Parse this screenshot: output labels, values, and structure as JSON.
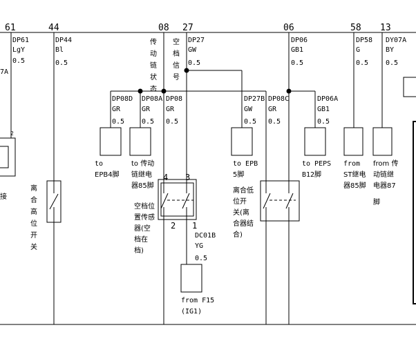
{
  "wire_numbers": [
    "61",
    "44",
    "08",
    "27",
    "06",
    "58",
    "13"
  ],
  "top_wires": {
    "w61": {
      "code": "DP61",
      "color": "LgY",
      "size": "0.5"
    },
    "w44": {
      "code": "DP44",
      "color": "Bl",
      "size": "0.5"
    },
    "w27": {
      "code": "DP27",
      "color": "GW",
      "size": "0.5"
    },
    "w06": {
      "code": "DP06",
      "color": "GB1",
      "size": "0.5"
    },
    "w58": {
      "code": "DP58",
      "color": "G",
      "size": "0.5"
    },
    "w13": {
      "code": "DY07A",
      "color": "BY",
      "size": "0.5"
    }
  },
  "left_edge": {
    "fragment": "7A",
    "small_num": "2",
    "fragment_bottom": "接"
  },
  "vertical_labels": {
    "transmission_chain": [
      "传",
      "动",
      "链",
      "状",
      "态"
    ],
    "neutral_signal": [
      "空",
      "档",
      "信",
      "号"
    ],
    "clutch_high_switch": [
      "离",
      "合",
      "高",
      "位",
      "开",
      "关"
    ]
  },
  "mid_wires": {
    "dp08d": {
      "code": "DP08D",
      "color": "GR",
      "size": "0.5"
    },
    "dp08a": {
      "code": "DP08A",
      "color": "GR",
      "size": "0.5"
    },
    "dp08": {
      "code": "DP08",
      "color": "GR",
      "size": "0.5"
    },
    "dp27b": {
      "code": "DP27B",
      "color": "GW",
      "size": "0.5"
    },
    "dp08c": {
      "code": "DP08C",
      "color": "GR",
      "size": "0.5"
    },
    "dp06a": {
      "code": "DP06A",
      "color": "GB1",
      "size": "0.5"
    },
    "dc01b": {
      "code": "DC01B",
      "color": "YG",
      "size": "0.5"
    }
  },
  "destinations": {
    "epb4": [
      "to",
      "EPB4脚"
    ],
    "relay85": [
      "to 传动",
      "链继电",
      "器85脚"
    ],
    "epb5": [
      "to EPB",
      "5脚"
    ],
    "peps": [
      "to PEPS",
      "B12脚"
    ],
    "st85": [
      "from",
      "ST继电",
      "器85脚"
    ],
    "relay87": [
      "from 传",
      "动链继",
      "电器87",
      "脚"
    ],
    "f15": [
      "from F15",
      "(IG1)"
    ]
  },
  "switches": {
    "neutral_sensor": {
      "pins": [
        "4",
        "3",
        "2",
        "1"
      ],
      "label": [
        "空档位",
        "置传感",
        "器(空",
        "档在",
        "档)"
      ]
    },
    "clutch_low": {
      "label": [
        "离合低",
        "位开",
        "关(离",
        "合器结",
        "合)"
      ]
    }
  }
}
